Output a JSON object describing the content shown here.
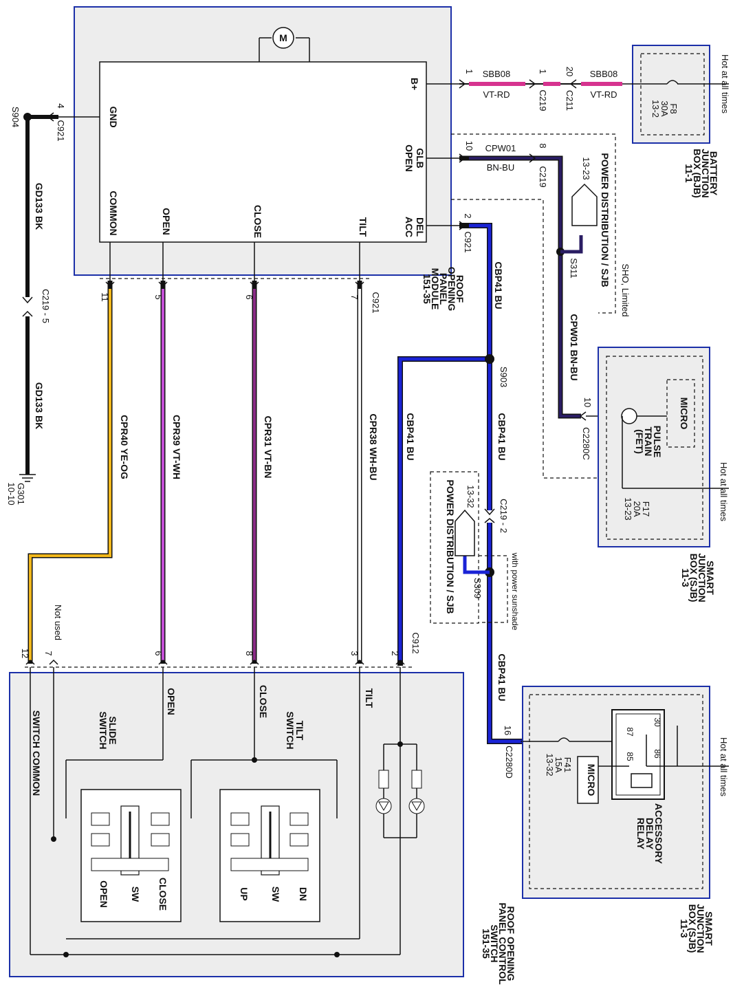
{
  "colors": {
    "vt_rd": "#d6338f",
    "bn_bu": "#2a1d63",
    "bu": "#1a23d6",
    "ye_og": "#f2b81c",
    "vt_wh": "#c44fd6",
    "vt_bn": "#8a2c86",
    "wh_bu": "#9aa3c9",
    "bk": "#111111",
    "module_border": "#1b2fa8",
    "module_fill": "#ededed"
  },
  "modules": {
    "roof_module": {
      "name": [
        "ROOF",
        "OPENING",
        "PANEL",
        "MODULE",
        "151-35"
      ],
      "pins": {
        "b_plus": "B+",
        "gnd": "GND",
        "glb_open": [
          "GLB",
          "OPEN"
        ],
        "del_acc": [
          "DEL",
          "ACC"
        ],
        "common": "COMMON",
        "open": "OPEN",
        "close": "CLOSE",
        "tilt": "TILT"
      },
      "motor": "M"
    },
    "bjb": {
      "name": [
        "BATTERY",
        "JUNCTION",
        "BOX (BJB)",
        "11-1"
      ],
      "fuse": [
        "F8",
        "30A",
        "13-2"
      ],
      "hot": "Hot at all times"
    },
    "sjb_upper": {
      "name": [
        "SMART",
        "JUNCTION",
        "BOX (SJB)",
        "11-3"
      ],
      "micro": "MICRO",
      "pulse": [
        "PULSE",
        "TRAIN",
        "(FET)"
      ],
      "fuse": [
        "F17",
        "20A",
        "13-23"
      ],
      "hot": "Hot at all times"
    },
    "sjb_lower": {
      "name": [
        "SMART",
        "JUNCTION",
        "BOX (SJB)",
        "11-3"
      ],
      "micro": "MICRO",
      "fuse": [
        "F41",
        "15A",
        "13-32"
      ],
      "relay": [
        "ACCESSORY",
        "DELAY",
        "RELAY"
      ],
      "relay_pins": [
        "30",
        "87",
        "86",
        "85"
      ],
      "hot": "Hot at all times"
    },
    "switch_panel": {
      "name": [
        "ROOF OPENING",
        "PANEL CONTROL",
        "SWITCH",
        "151-35"
      ],
      "common": "SWITCH COMMON",
      "open": "OPEN",
      "close": "CLOSE",
      "tilt": "TILT",
      "slide_switch": [
        "SLIDE",
        "SWITCH"
      ],
      "tilt_switch": [
        "TILT",
        "SWITCH"
      ],
      "slide_positions": [
        "OPEN",
        "SW",
        "CLOSE"
      ],
      "tilt_positions": [
        "UP",
        "SW",
        "DN"
      ]
    },
    "pd_upper": {
      "name": "POWER DISTRIBUTION / SJB",
      "ref": "13-23",
      "note": "SHO, Limited"
    },
    "pd_lower": {
      "name": "POWER DISTRIBUTION / SJB",
      "ref": "13-32",
      "note": "with power sunshade"
    }
  },
  "wires": {
    "sbb08_a": [
      "SBB08",
      "VT-RD"
    ],
    "sbb08_b": [
      "SBB08",
      "VT-RD"
    ],
    "cpw01_a": [
      "CPW01",
      "BN-BU"
    ],
    "cpw01_b": "CPW01  BN-BU",
    "cbp41_a": "CBP41  BU",
    "cbp41_b": "CBP41  BU",
    "cbp41_c": "CBP41  BU",
    "cbp41_d": "CBP41  BU",
    "gd133_a": "GD133  BK",
    "gd133_b": "GD133  BK",
    "cpr40": "CPR40  YE-OG",
    "cpr39": "CPR39  VT-WH",
    "cpr31": "CPR31  VT-BN",
    "cpr38": "CPR38  WH-BU"
  },
  "connectors": {
    "c921_gnd": "C921",
    "c921_acc": "C921",
    "c921_bus": "C921",
    "c219_b": "C219",
    "c211": "C211",
    "c219_glb": "C219",
    "c219_5": "C219 - 5",
    "c219_2": "C219 - 2",
    "c2280c": "C2280C",
    "c2280d": "C2280D",
    "c912": "C912",
    "s904": "S904",
    "s311": "S311",
    "s903": "S903",
    "s309": "S309",
    "g301": [
      "G301",
      "10-10"
    ]
  },
  "pins": {
    "p1a": "1",
    "p1b": "1",
    "p20": "20",
    "p10": "10",
    "p8": "8",
    "p2": "2",
    "p4": "4",
    "p11": "11",
    "p5": "5",
    "p6": "6",
    "p7": "7",
    "p10c": "10",
    "p16": "16",
    "sw12": "12",
    "sw7": "7",
    "sw6": "6",
    "sw8": "8",
    "sw3": "3",
    "sw2": "2",
    "not_used": "Not used"
  }
}
